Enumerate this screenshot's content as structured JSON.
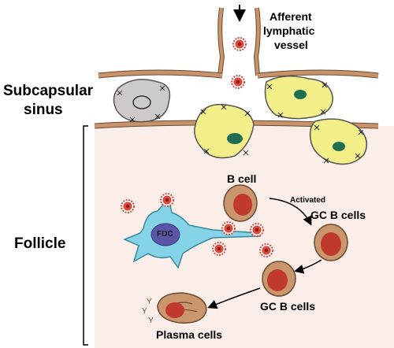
{
  "labels": {
    "afferent": "Afferent\nlymphatic\nvessel",
    "afferent_line1": "Afferent",
    "afferent_line2": "lymphatic",
    "afferent_line3": "vessel",
    "subcapsular_line1": "Subcapsular",
    "subcapsular_line2": "sinus",
    "follicle": "Follicle",
    "b_cell": "B cell",
    "activated": "Activated",
    "gc_b_cells_1": "GC B cells",
    "gc_b_cells_2": "GC B cells",
    "plasma_cells": "Plasma cells",
    "fdc": "FDC"
  },
  "colors": {
    "membrane": "#c8936b",
    "membrane_stroke": "#6b4a33",
    "follicle_bg": "#fbeee8",
    "macrophage_yellow": "#f3f08a",
    "macrophage_grey": "#cfcaca",
    "nucleus_green": "#1f6e4f",
    "fdc_cyan": "#84d3e6",
    "fdc_nucleus": "#5a55a6",
    "b_cell_tan": "#c9966e",
    "b_cell_nucleus": "#c03a2e",
    "antigen_red": "#e0463a"
  }
}
